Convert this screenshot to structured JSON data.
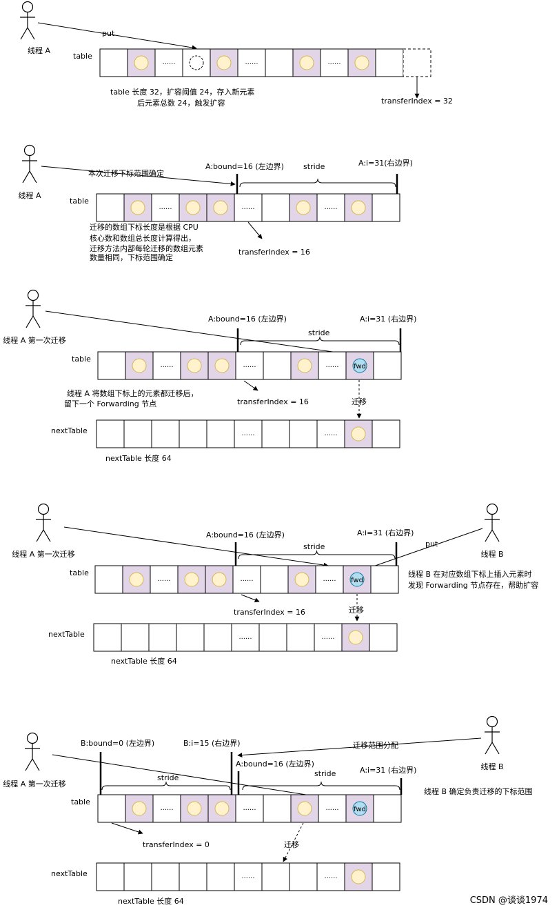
{
  "colors": {
    "cell_fill": "#ffffff",
    "cell_stroke": "#000000",
    "purple_cell": "#e1d5e7",
    "node_fill": "#fff2cc",
    "node_stroke": "#d6b656",
    "fwd_fill": "#b1ddf0",
    "fwd_stroke": "#10739e",
    "blue_label": "#3333ff",
    "red_label": "#ff3333",
    "watermark": "#999999"
  },
  "icons": {
    "actor": "stick-figure-actor-icon",
    "node": "yellow-circle-node-icon",
    "fwd": "forwarding-node-icon"
  },
  "labels": {
    "thread_a": "线程 A",
    "thread_a_first": "线程 A 第一次迁移",
    "thread_b": "线程 B",
    "table": "table",
    "next_table": "nextTable",
    "dots": "......",
    "fwd": "fwd",
    "put": "put",
    "migrate": "迁移",
    "stride": "stride",
    "a_bound": "A:bound=16 (左边界)",
    "a_i": "A:i=31(右边界)",
    "a_i_spaced": "A:i=31 (右边界)",
    "b_bound": "B:bound=0 (左边界)",
    "b_i": "B:i=15 (右边界)",
    "transfer_index_32": "transferIndex = 32",
    "transfer_index_16": "transferIndex = 16",
    "transfer_index_0": "transferIndex = 0",
    "next_table_len": "nextTable 长度 64"
  },
  "texts": {
    "s1_note_line1": "table 长度 32，扩容阈值 24，存入新元素",
    "s1_note_line2": "后元素总数 24，触发扩容",
    "s2_arrow_label": "本次迁移下标范围确定",
    "s2_note_line1": "迁移的数组下标长度是根据 CPU",
    "s2_note_line2": "核心数和数组总长度计算得出，",
    "s2_note_line3": "迁移方法内部每轮迁移的数组元素",
    "s2_note_line4": "数量相同，下标范围确定",
    "s3_note_line1": "线程 A 将数组下标上的元素都迁移后，",
    "s3_note_line2": "留下一个 Forwarding 节点",
    "s4_note_line1": "线程 B 在对应数组下标上插入元素时",
    "s4_note_line2": "发现 Forwarding 节点存在，帮助扩容",
    "s5_arrow_label": "迁移范围分配",
    "s5_note": "线程 B 确定负责迁移的下标范围",
    "watermark": "CSDN @谈谈1974"
  }
}
